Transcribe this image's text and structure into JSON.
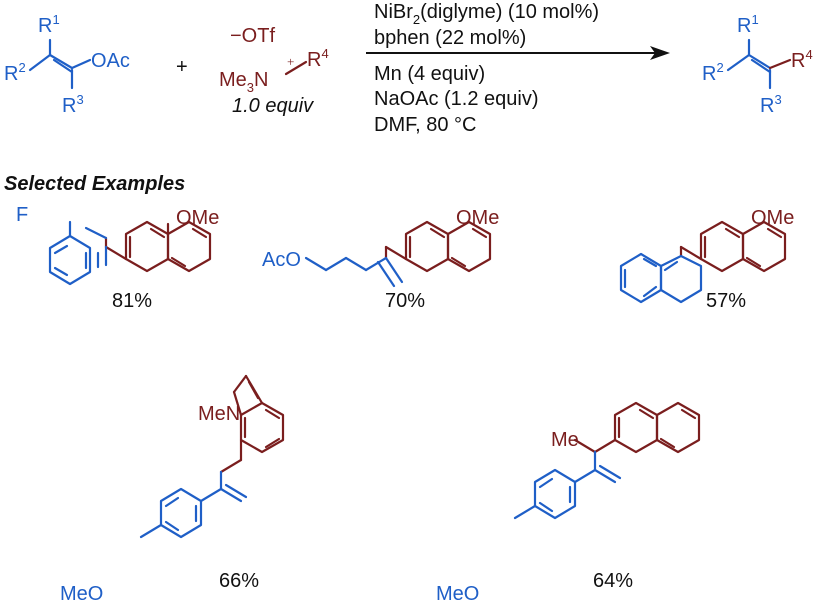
{
  "reaction": {
    "sm1": {
      "r1": "R",
      "r1_sup": "1",
      "r2": "R",
      "r2_sup": "2",
      "r3": "R",
      "r3_sup": "3",
      "oac": "OAc"
    },
    "plus": "+",
    "sm2": {
      "otf": "−OTf",
      "me3n": "Me",
      "me3n_sub": "3",
      "n": "N",
      "charge": "+",
      "r4": "R",
      "r4_sup": "4",
      "equiv": "1.0 equiv"
    },
    "conditions_top": [
      {
        "text": "NiBr",
        "sub": "2",
        "rest": "(diglyme) (10 mol%)"
      },
      {
        "text": "bphen (22 mol%)"
      }
    ],
    "conditions_bottom": [
      "Mn (4 equiv)",
      "NaOAc (1.2 equiv)",
      "DMF, 80 °C"
    ],
    "product": {
      "r1": "R",
      "r1_sup": "1",
      "r2": "R",
      "r2_sup": "2",
      "r3": "R",
      "r3_sup": "3",
      "r4": "R",
      "r4_sup": "4"
    }
  },
  "examples": {
    "heading": "Selected Examples",
    "items": [
      {
        "atom_labels": [
          "OMe",
          "F"
        ],
        "yield": "81%"
      },
      {
        "atom_labels": [
          "OMe",
          "AcO"
        ],
        "yield": "70%"
      },
      {
        "atom_labels": [
          "OMe"
        ],
        "yield": "57%"
      },
      {
        "atom_labels": [
          "MeN",
          "MeO"
        ],
        "yield": "66%"
      },
      {
        "atom_labels": [
          "Me",
          "MeO"
        ],
        "yield": "64%"
      }
    ]
  },
  "colors": {
    "substrate": "#1f5fc7",
    "reagent": "#7a1e1e",
    "text": "#111111"
  }
}
